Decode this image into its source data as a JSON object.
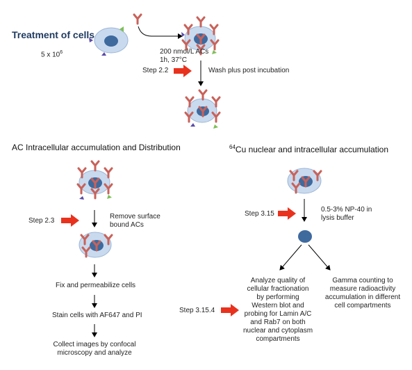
{
  "top": {
    "title": "Treatment of cells",
    "cell_count_base": "5 x 10",
    "cell_count_exp": "6",
    "dose_line1": "200 nmol/L ACs",
    "dose_line2": "1h, 37°C",
    "step_label": "Step 2.2",
    "wash_label": "Wash plus post incubation"
  },
  "left": {
    "title": "AC Intracellular accumulation and Distribution",
    "step_label": "Step 2.3",
    "remove_line1": "Remove surface",
    "remove_line2": "bound ACs",
    "fix_label": "Fix and permeabilize cells",
    "stain_label": "Stain cells with AF647 and PI",
    "collect_line1": "Collect images by confocal",
    "collect_line2": "microscopy and analyze"
  },
  "right": {
    "title_sup": "64",
    "title_rest": "Cu nuclear and intracellular accumulation",
    "step_label": "Step 3.15",
    "np40_line1": "0.5-3% NP-40 in",
    "np40_line2": "lysis buffer",
    "step2_label": "Step 3.15.4",
    "analyze_lines": [
      "Analyze quality of",
      "cellular fractionation",
      "by performing",
      "Western blot and",
      "probing for Lamin A/C",
      "and Rab7 on both",
      "nuclear and cytoplasm",
      "compartments"
    ],
    "gamma_lines": [
      "Gamma counting to",
      "measure radioactivity",
      "accumulation in different",
      "cell compartments"
    ]
  },
  "colors": {
    "cell_fill": "#c9daef",
    "cell_stroke": "#9db6d6",
    "nucleus": "#3e6a9e",
    "antibody": "#c8625a",
    "step_arrow": "#e8321e",
    "receptor_purple": "#5b4aa8",
    "receptor_green": "#7fbf5a"
  }
}
